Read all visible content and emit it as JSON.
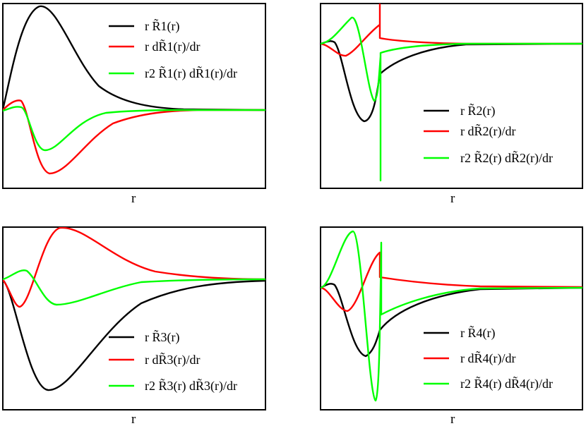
{
  "chart_data": [
    {
      "type": "line",
      "xlabel": "r",
      "legend_placement": "top-right",
      "series": [
        {
          "name": "r R̃1(r)",
          "color": "#000000"
        },
        {
          "name": "r dR̃1(r)/dr",
          "color": "#ff0000"
        },
        {
          "name": "r2 R̃1(r) dR̃1(r)/dr",
          "color": "#00ff00"
        }
      ]
    },
    {
      "type": "line",
      "xlabel": "r",
      "legend_placement": "bottom-right",
      "series": [
        {
          "name": "r R̃2(r)",
          "color": "#000000"
        },
        {
          "name": "r dR̃2(r)/dr",
          "color": "#ff0000"
        },
        {
          "name": "r2 R̃2(r) dR̃2(r)/dr",
          "color": "#00ff00"
        }
      ]
    },
    {
      "type": "line",
      "xlabel": "r",
      "legend_placement": "bottom-right",
      "series": [
        {
          "name": "r R̃3(r)",
          "color": "#000000"
        },
        {
          "name": "r dR̃3(r)/dr",
          "color": "#ff0000"
        },
        {
          "name": "r2 R̃3(r) dR̃3(r)/dr",
          "color": "#00ff00"
        }
      ]
    },
    {
      "type": "line",
      "xlabel": "r",
      "legend_placement": "bottom-right",
      "series": [
        {
          "name": "r R̃4(r)",
          "color": "#000000"
        },
        {
          "name": "r dR̃4(r)/dr",
          "color": "#ff0000"
        },
        {
          "name": "r2 R̃4(r) dR̃4(r)/dr",
          "color": "#00ff00"
        }
      ]
    }
  ]
}
